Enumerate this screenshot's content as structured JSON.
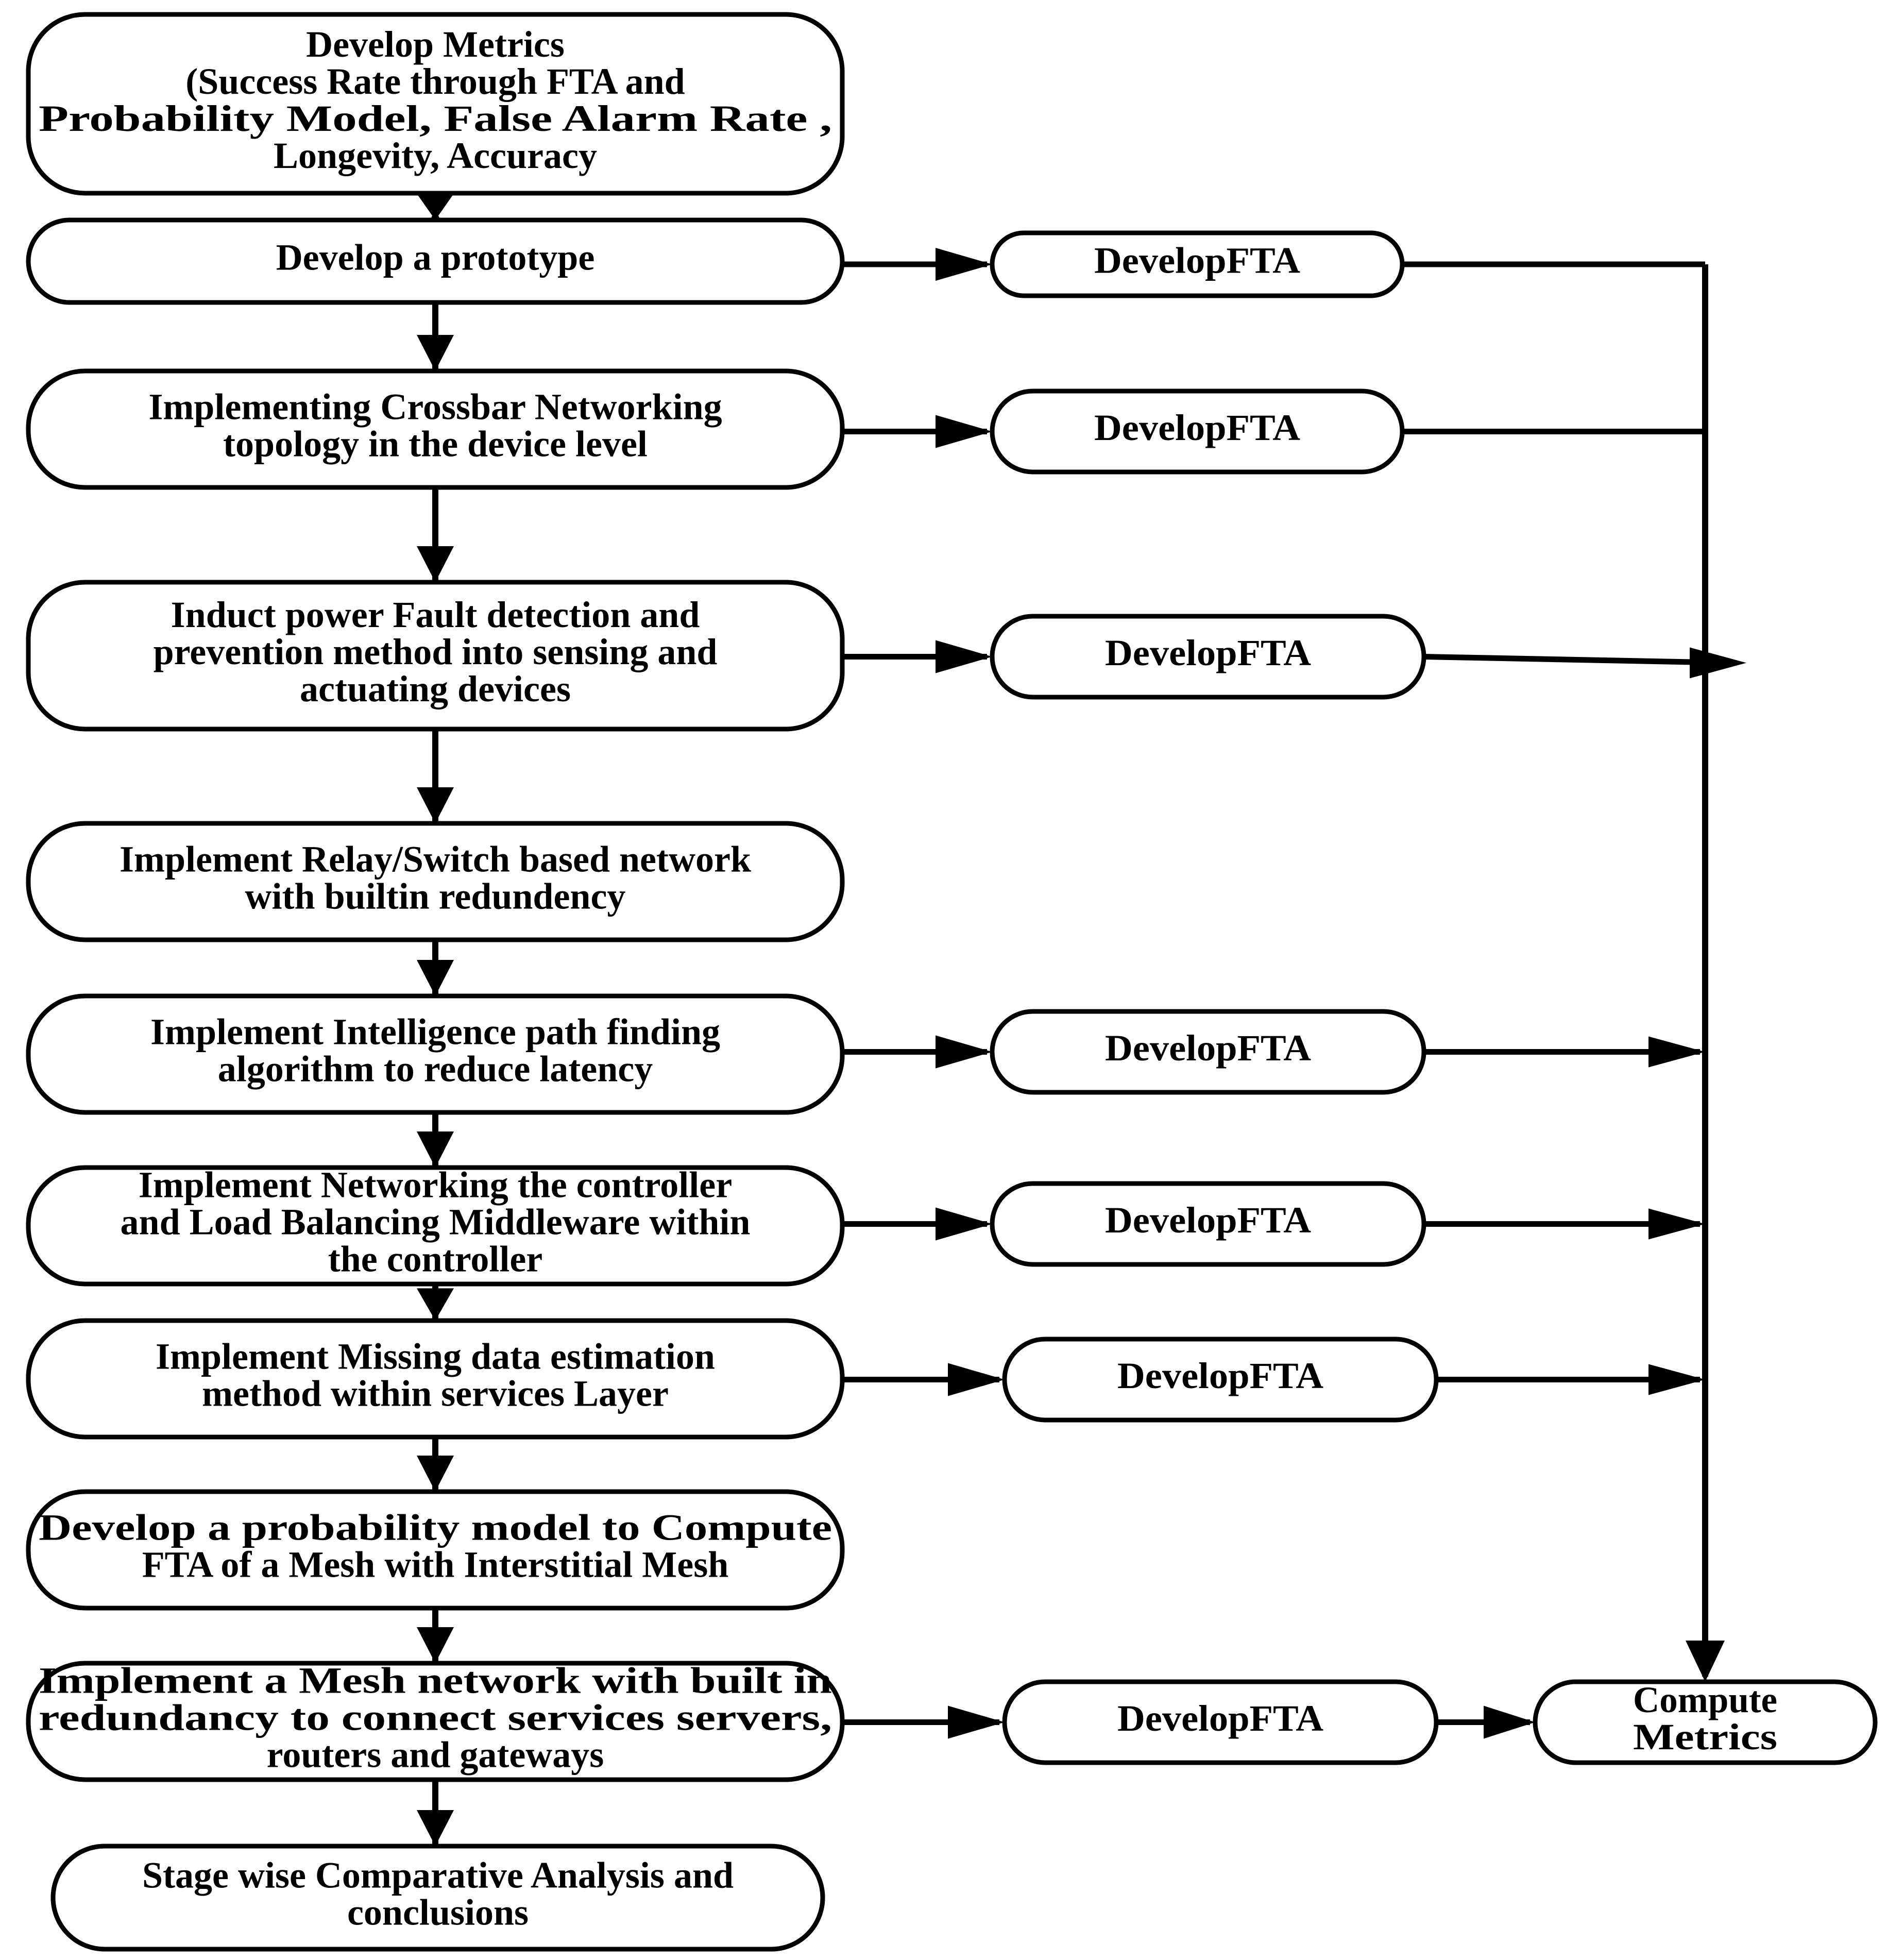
{
  "main_flow": [
    {
      "id": "develop-metrics",
      "lines": [
        "Develop Metrics",
        "(Success Rate through FTA and",
        "Probability Model, False Alarm Rate ,",
        "Longevity, Accuracy"
      ]
    },
    {
      "id": "develop-prototype",
      "lines": [
        "Develop a prototype"
      ]
    },
    {
      "id": "crossbar-networking",
      "lines": [
        "Implementing Crossbar Networking",
        "topology in the device level"
      ]
    },
    {
      "id": "power-fault-detection",
      "lines": [
        "Induct power Fault detection and",
        "prevention method into sensing and",
        "actuating devices"
      ]
    },
    {
      "id": "relay-switch-network",
      "lines": [
        "Implement Relay/Switch based network",
        "with builtin redundency"
      ]
    },
    {
      "id": "path-finding",
      "lines": [
        "Implement Intelligence path finding",
        "algorithm to reduce latency"
      ]
    },
    {
      "id": "load-balancing",
      "lines": [
        "Implement Networking the controller",
        "and Load Balancing Middleware within",
        "the controller"
      ]
    },
    {
      "id": "missing-data",
      "lines": [
        "Implement Missing data estimation",
        "method within services Layer"
      ]
    },
    {
      "id": "probability-model",
      "lines": [
        "Develop a probability model to Compute",
        "FTA of a Mesh with Interstitial Mesh"
      ]
    },
    {
      "id": "mesh-network",
      "lines": [
        "Implement a Mesh network with built in",
        "redundancy to connect services servers,",
        "routers and gateways"
      ]
    },
    {
      "id": "comparative-analysis",
      "lines": [
        "Stage wise Comparative Analysis and",
        "conclusions"
      ]
    }
  ],
  "fta_nodes": [
    {
      "id": "fta-prototype",
      "source": "develop-prototype",
      "lines": [
        "DevelopFTA"
      ]
    },
    {
      "id": "fta-crossbar",
      "source": "crossbar-networking",
      "lines": [
        "DevelopFTA"
      ]
    },
    {
      "id": "fta-power-fault",
      "source": "power-fault-detection",
      "lines": [
        "DevelopFTA"
      ]
    },
    {
      "id": "fta-path-finding",
      "source": "path-finding",
      "lines": [
        "DevelopFTA"
      ]
    },
    {
      "id": "fta-load-balancing",
      "source": "load-balancing",
      "lines": [
        "DevelopFTA"
      ]
    },
    {
      "id": "fta-missing-data",
      "source": "missing-data",
      "lines": [
        "DevelopFTA"
      ]
    },
    {
      "id": "fta-mesh",
      "source": "mesh-network",
      "lines": [
        "DevelopFTA"
      ]
    }
  ],
  "compute_node": {
    "id": "compute-metrics",
    "lines": [
      "Compute",
      "Metrics"
    ]
  },
  "colors": {
    "stroke": "#000000",
    "fill": "#ffffff",
    "text": "#000000"
  }
}
